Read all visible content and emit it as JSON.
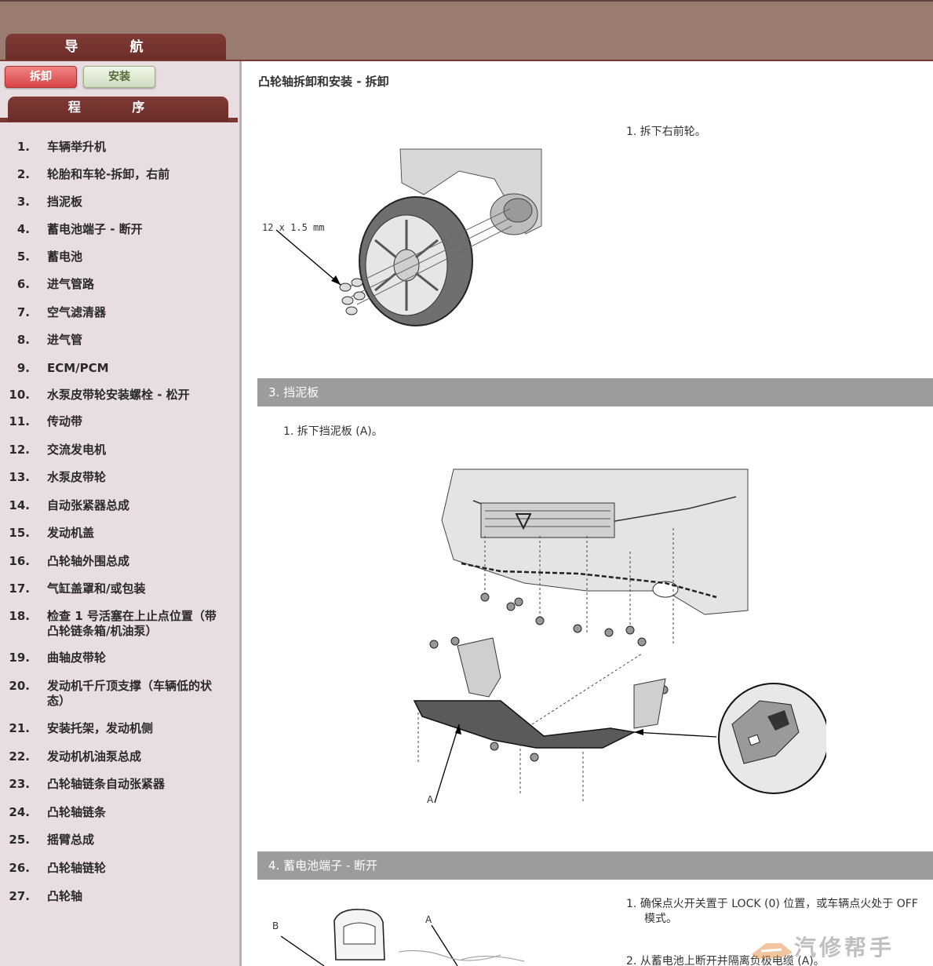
{
  "nav": {
    "title": "导 航"
  },
  "buttons": {
    "remove": "拆卸",
    "install": "安装"
  },
  "procedures": {
    "title": "程 序",
    "items": [
      {
        "num": "1.",
        "label": "车辆举升机"
      },
      {
        "num": "2.",
        "label": "轮胎和车轮-拆卸，右前"
      },
      {
        "num": "3.",
        "label": "挡泥板"
      },
      {
        "num": "4.",
        "label": "蓄电池端子 - 断开"
      },
      {
        "num": "5.",
        "label": "蓄电池"
      },
      {
        "num": "6.",
        "label": "进气管路"
      },
      {
        "num": "7.",
        "label": "空气滤清器"
      },
      {
        "num": "8.",
        "label": "进气管"
      },
      {
        "num": "9.",
        "label": "ECM/PCM"
      },
      {
        "num": "10.",
        "label": "水泵皮带轮安装螺栓 - 松开"
      },
      {
        "num": "11.",
        "label": "传动带"
      },
      {
        "num": "12.",
        "label": "交流发电机"
      },
      {
        "num": "13.",
        "label": "水泵皮带轮"
      },
      {
        "num": "14.",
        "label": "自动张紧器总成"
      },
      {
        "num": "15.",
        "label": "发动机盖"
      },
      {
        "num": "16.",
        "label": "凸轮轴外围总成"
      },
      {
        "num": "17.",
        "label": "气缸盖罩和/或包装"
      },
      {
        "num": "18.",
        "label": "检查 1 号活塞在上止点位置（带凸轮链条箱/机油泵）"
      },
      {
        "num": "19.",
        "label": "曲轴皮带轮"
      },
      {
        "num": "20.",
        "label": "发动机千斤顶支撑（车辆低的状态）"
      },
      {
        "num": "21.",
        "label": "安装托架，发动机侧"
      },
      {
        "num": "22.",
        "label": "发动机机油泵总成"
      },
      {
        "num": "23.",
        "label": "凸轮轴链条自动张紧器"
      },
      {
        "num": "24.",
        "label": "凸轮轴链条"
      },
      {
        "num": "25.",
        "label": "摇臂总成"
      },
      {
        "num": "26.",
        "label": "凸轮轴链轮"
      },
      {
        "num": "27.",
        "label": "凸轮轴"
      }
    ]
  },
  "content": {
    "page_title": "凸轮轴拆卸和安装 - 拆卸",
    "step_wheel": "1.  拆下右前轮。",
    "wheel_label": "12 x 1.5 mm",
    "section3": "3. 挡泥板",
    "step_splash": "1.  拆下挡泥板 (A)。",
    "label_a": "A",
    "section4": "4. 蓄电池端子 - 断开",
    "step_battery_1a": "1.  确保点火开关置于 LOCK (0) 位置，或车辆点火处于 OFF",
    "step_battery_1b": "模式。",
    "step_battery_2": "2.  从蓄电池上断开并隔离负极电缆 (A)。",
    "label_b": "B",
    "label_a2": "A"
  },
  "watermark": "汽修帮手"
}
